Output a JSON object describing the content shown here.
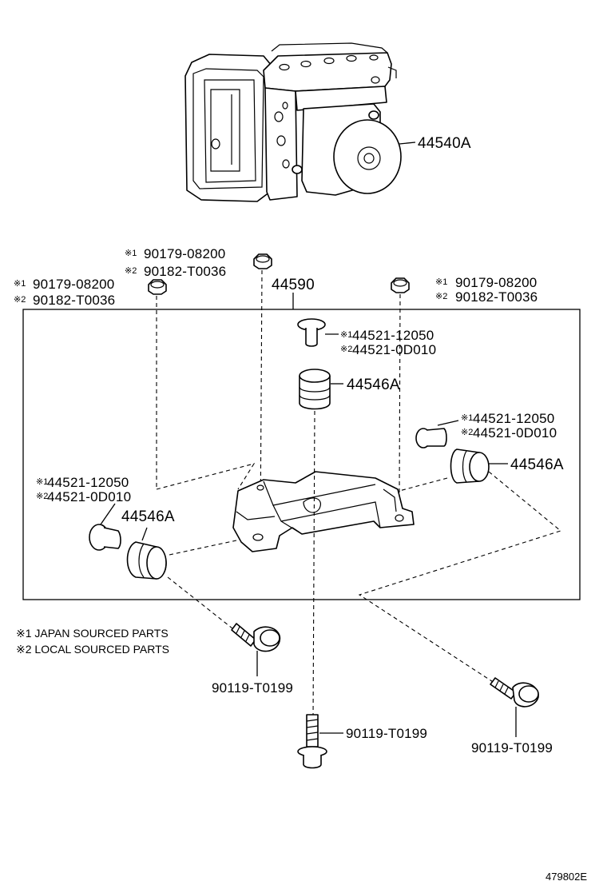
{
  "parts": {
    "actuator": "44540A",
    "bracket": "44590",
    "bolt_tl_1": "90179-08200",
    "bolt_tl_2": "90182-T0036",
    "bolt_tc_1": "90179-08200",
    "bolt_tc_2": "90182-T0036",
    "bolt_tr_1": "90179-08200",
    "bolt_tr_2": "90182-T0036",
    "collar_top_1": "44521-12050",
    "collar_top_2": "44521-0D010",
    "cushion_top": "44546A",
    "collar_right_1": "44521-12050",
    "collar_right_2": "44521-0D010",
    "cushion_right": "44546A",
    "collar_left_1": "44521-12050",
    "collar_left_2": "44521-0D010",
    "cushion_left": "44546A",
    "screw_left": "90119-T0199",
    "screw_center": "90119-T0199",
    "screw_right": "90119-T0199"
  },
  "marks": {
    "m1": "※1",
    "m2": "※2"
  },
  "legend": {
    "note1": "※1 JAPAN SOURCED PARTS",
    "note2": "※2 LOCAL SOURCED PARTS"
  },
  "figure_id": "479802E"
}
